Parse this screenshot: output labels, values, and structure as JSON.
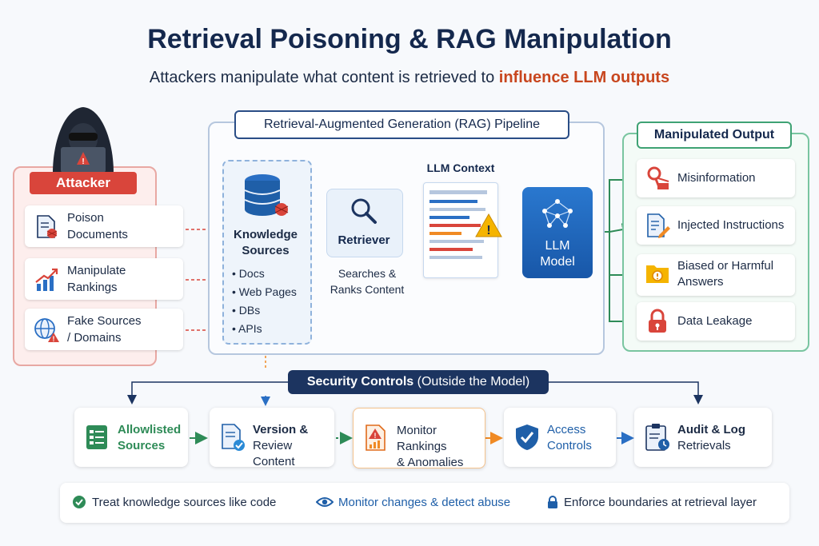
{
  "title": "Retrieval Poisoning & RAG Manipulation",
  "subtitle": {
    "prefix": "Attackers manipulate what content is retrieved to",
    "highlight": "influence LLM outputs"
  },
  "attacker": {
    "label": "Attacker",
    "items": [
      {
        "line1": "Poison",
        "line2": "Documents",
        "icon": "bug-document-icon"
      },
      {
        "line1": "Manipulate",
        "line2": "Rankings",
        "icon": "rising-chart-icon"
      },
      {
        "line1": "Fake Sources",
        "line2": "/ Domains",
        "icon": "globe-warning-icon"
      }
    ]
  },
  "pipeline": {
    "label": "Retrieval-Augmented Generation (RAG) Pipeline",
    "knowledge": {
      "title_line1": "Knowledge",
      "title_line2": "Sources",
      "items": [
        "Docs",
        "Web Pages",
        "DBs",
        "APIs"
      ]
    },
    "retriever": {
      "label": "Retriever",
      "desc_line1": "Searches &",
      "desc_line2": "Ranks Content"
    },
    "context": {
      "label": "LLM Context"
    },
    "llm": {
      "line1": "LLM",
      "line2": "Model"
    }
  },
  "output": {
    "label": "Manipulated Output",
    "items": [
      {
        "line1": "Misinformation",
        "line2": "",
        "icon": "misinformation-icon"
      },
      {
        "line1": "Injected Instructions",
        "line2": "",
        "icon": "edited-document-icon"
      },
      {
        "line1": "Biased or Harmful",
        "line2": "Answers",
        "icon": "warning-folder-icon"
      },
      {
        "line1": "Data Leakage",
        "line2": "",
        "icon": "padlock-icon"
      }
    ]
  },
  "security": {
    "label_bold": "Security Controls",
    "label_rest": "(Outside the Model)",
    "items": [
      {
        "line1": "Allowlisted",
        "line2": "Sources",
        "icon": "checklist-icon",
        "color": "#2e8b57"
      },
      {
        "line1": "Version &",
        "line2": "Review Content",
        "icon": "document-check-icon",
        "color": "#1c2b45"
      },
      {
        "line1": "Monitor Rankings",
        "line2": "& Anomalies",
        "icon": "alert-chart-icon",
        "color": "#1c2b45"
      },
      {
        "line1": "Access",
        "line2": "Controls",
        "icon": "shield-check-icon",
        "color": "#1f5fa8"
      },
      {
        "line1": "Audit & Log",
        "line2": "Retrievals",
        "icon": "audit-clipboard-icon",
        "color": "#1c2b45"
      }
    ]
  },
  "footer": [
    {
      "text": "Treat knowledge sources like code",
      "icon": "check-circle-icon"
    },
    {
      "text": "Monitor changes & detect abuse",
      "icon": "eye-icon"
    },
    {
      "text": "Enforce boundaries at retrieval layer",
      "icon": "lock-icon"
    }
  ],
  "colors": {
    "navy": "#14284d",
    "attacker_red": "#d9453b",
    "highlight_orange": "#c8461e",
    "output_green": "#3fa274",
    "llm_blue": "#1e63b8"
  }
}
